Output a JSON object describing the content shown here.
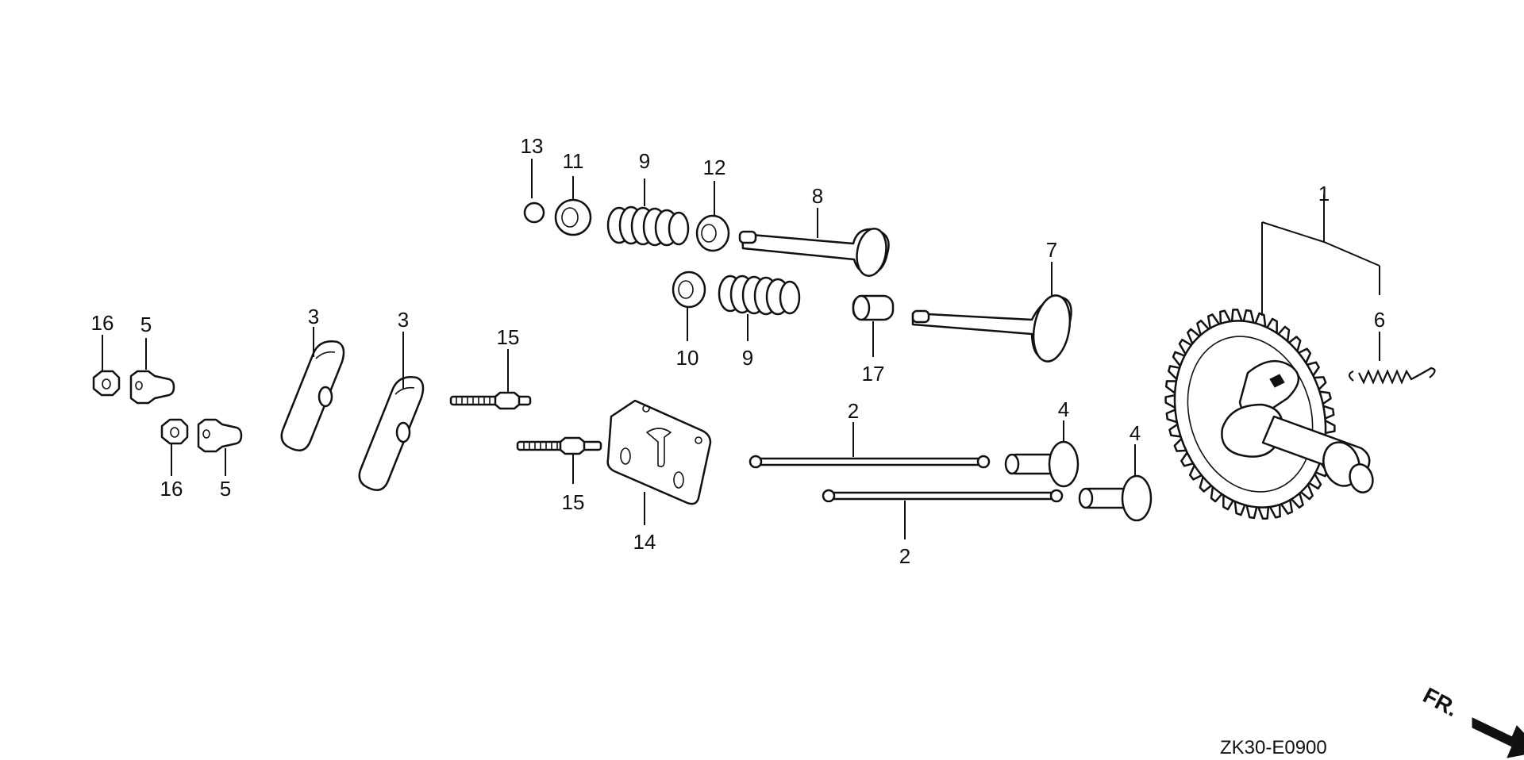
{
  "diagram_code": "ZK30-E0900",
  "direction_label": "FR.",
  "callouts": {
    "c1": "1",
    "c2a": "2",
    "c2b": "2",
    "c3a": "3",
    "c3b": "3",
    "c4a": "4",
    "c4b": "4",
    "c5a": "5",
    "c5b": "5",
    "c6": "6",
    "c7": "7",
    "c8": "8",
    "c9a": "9",
    "c9b": "9",
    "c10": "10",
    "c11": "11",
    "c12": "12",
    "c13": "13",
    "c14": "14",
    "c15a": "15",
    "c15b": "15",
    "c16a": "16",
    "c16b": "16",
    "c17": "17"
  }
}
